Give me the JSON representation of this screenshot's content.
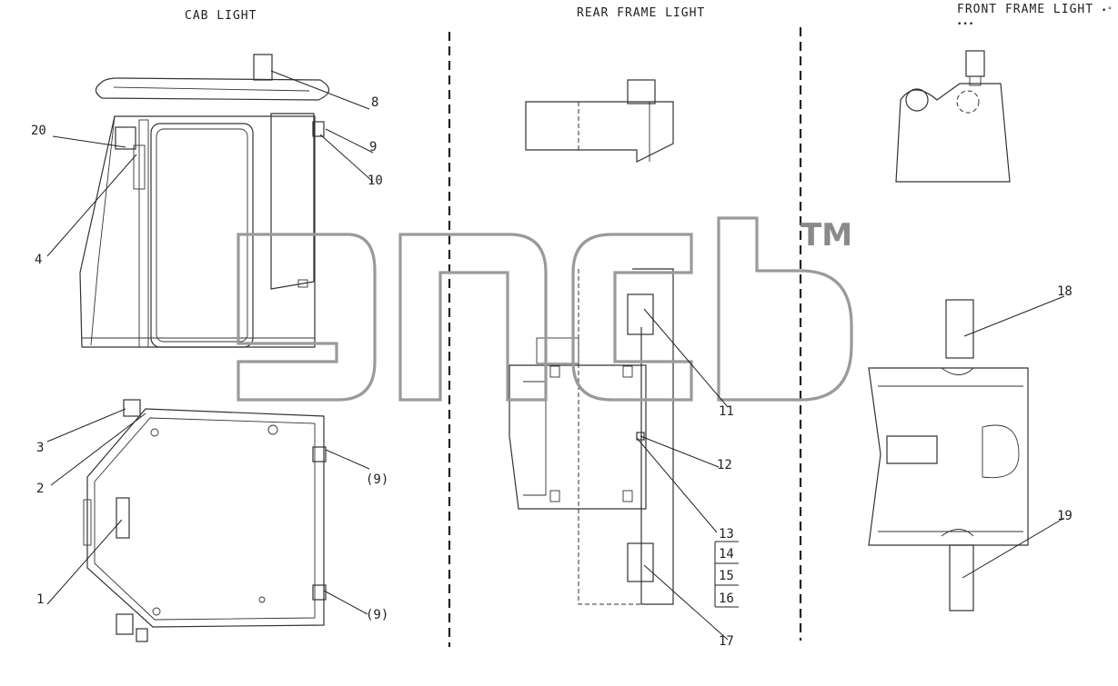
{
  "sections": {
    "cab": "CAB LIGHT",
    "rear": "REAR FRAME LIGHT",
    "front": "FRONT FRAME LIGHT",
    "front_suffix": "•° •••"
  },
  "callouts": {
    "c20": "20",
    "c8": "8",
    "c9": "9",
    "c10": "10",
    "c4": "4",
    "c3": "3",
    "c2": "2",
    "c1": "1",
    "c9a": "(9)",
    "c9b": "(9)",
    "c11": "11",
    "c12": "12",
    "c13": "13",
    "c14": "14",
    "c15": "15",
    "c16": "16",
    "c17": "17",
    "c18": "18",
    "c19": "19"
  },
  "watermark": {
    "mark": "TM"
  }
}
